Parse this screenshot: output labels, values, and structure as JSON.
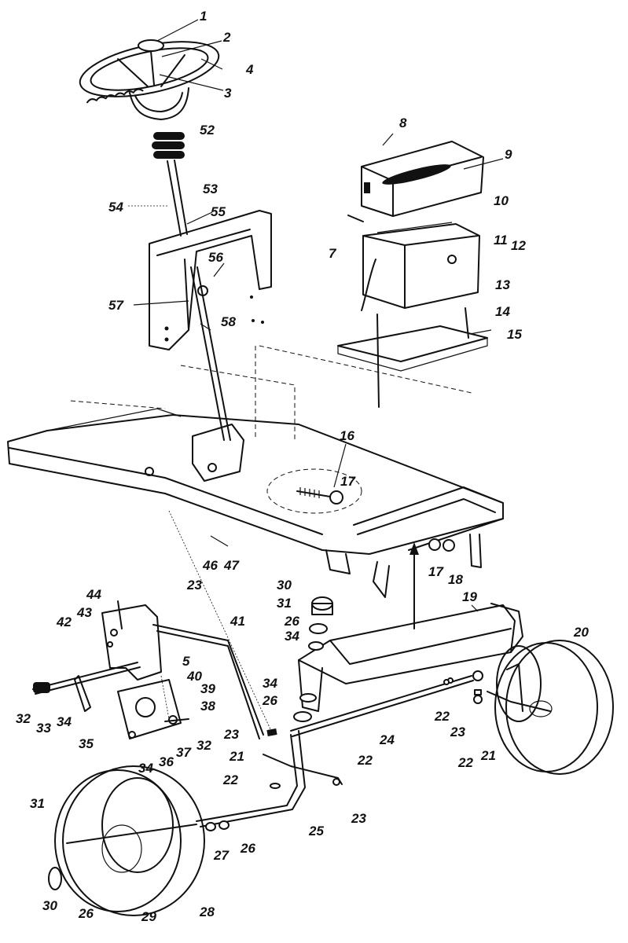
{
  "labels": {
    "l1": "1",
    "l2": "2",
    "l3": "3",
    "l4": "4",
    "l5": "5",
    "l7": "7",
    "l8": "8",
    "l9": "9",
    "l10": "10",
    "l11": "11",
    "l12": "12",
    "l13": "13",
    "l14": "14",
    "l15": "15",
    "l16": "16",
    "l17": "17",
    "l18": "18",
    "l19": "19",
    "l20": "20",
    "l21": "21",
    "l22": "22",
    "l23": "23",
    "l24": "24",
    "l25": "25",
    "l26": "26",
    "l27": "27",
    "l28": "28",
    "l29": "29",
    "l30": "30",
    "l31": "31",
    "l32": "32",
    "l33": "33",
    "l34": "34",
    "l35": "35",
    "l36": "36",
    "l37": "37",
    "l38": "38",
    "l39": "39",
    "l40": "40",
    "l41": "41",
    "l42": "42",
    "l43": "43",
    "l44": "44",
    "l46": "46",
    "l47": "47",
    "l52": "52",
    "l53": "53",
    "l54": "54",
    "l55": "55",
    "l56": "56",
    "l57": "57",
    "l58": "58"
  }
}
